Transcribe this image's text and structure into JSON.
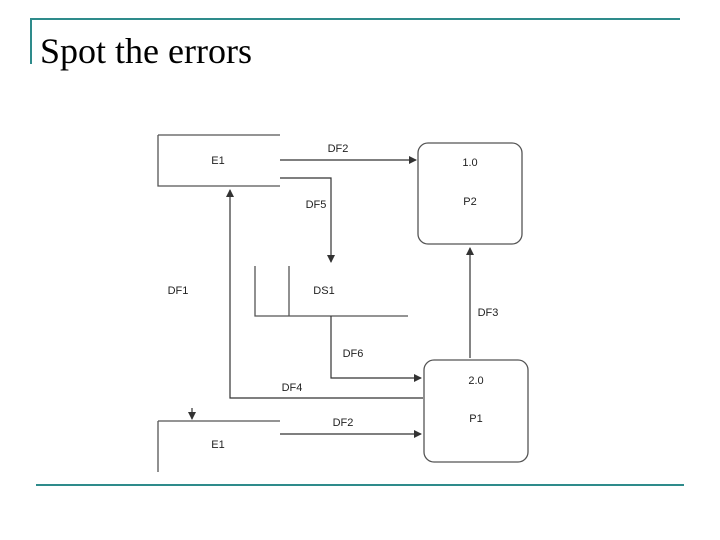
{
  "slide": {
    "title": "Spot the errors"
  },
  "diagram": {
    "entity_top": {
      "label": "E1"
    },
    "entity_bottom": {
      "label": "E1"
    },
    "process_top": {
      "id": "1.0",
      "name": "P2"
    },
    "process_bottom": {
      "id": "2.0",
      "name": "P1"
    },
    "datastore": {
      "label": "DS1"
    },
    "flows": {
      "top_df2": "DF2",
      "df5": "DF5",
      "df1": "DF1",
      "df3": "DF3",
      "df6": "DF6",
      "df4": "DF4",
      "bottom_df2": "DF2"
    }
  }
}
